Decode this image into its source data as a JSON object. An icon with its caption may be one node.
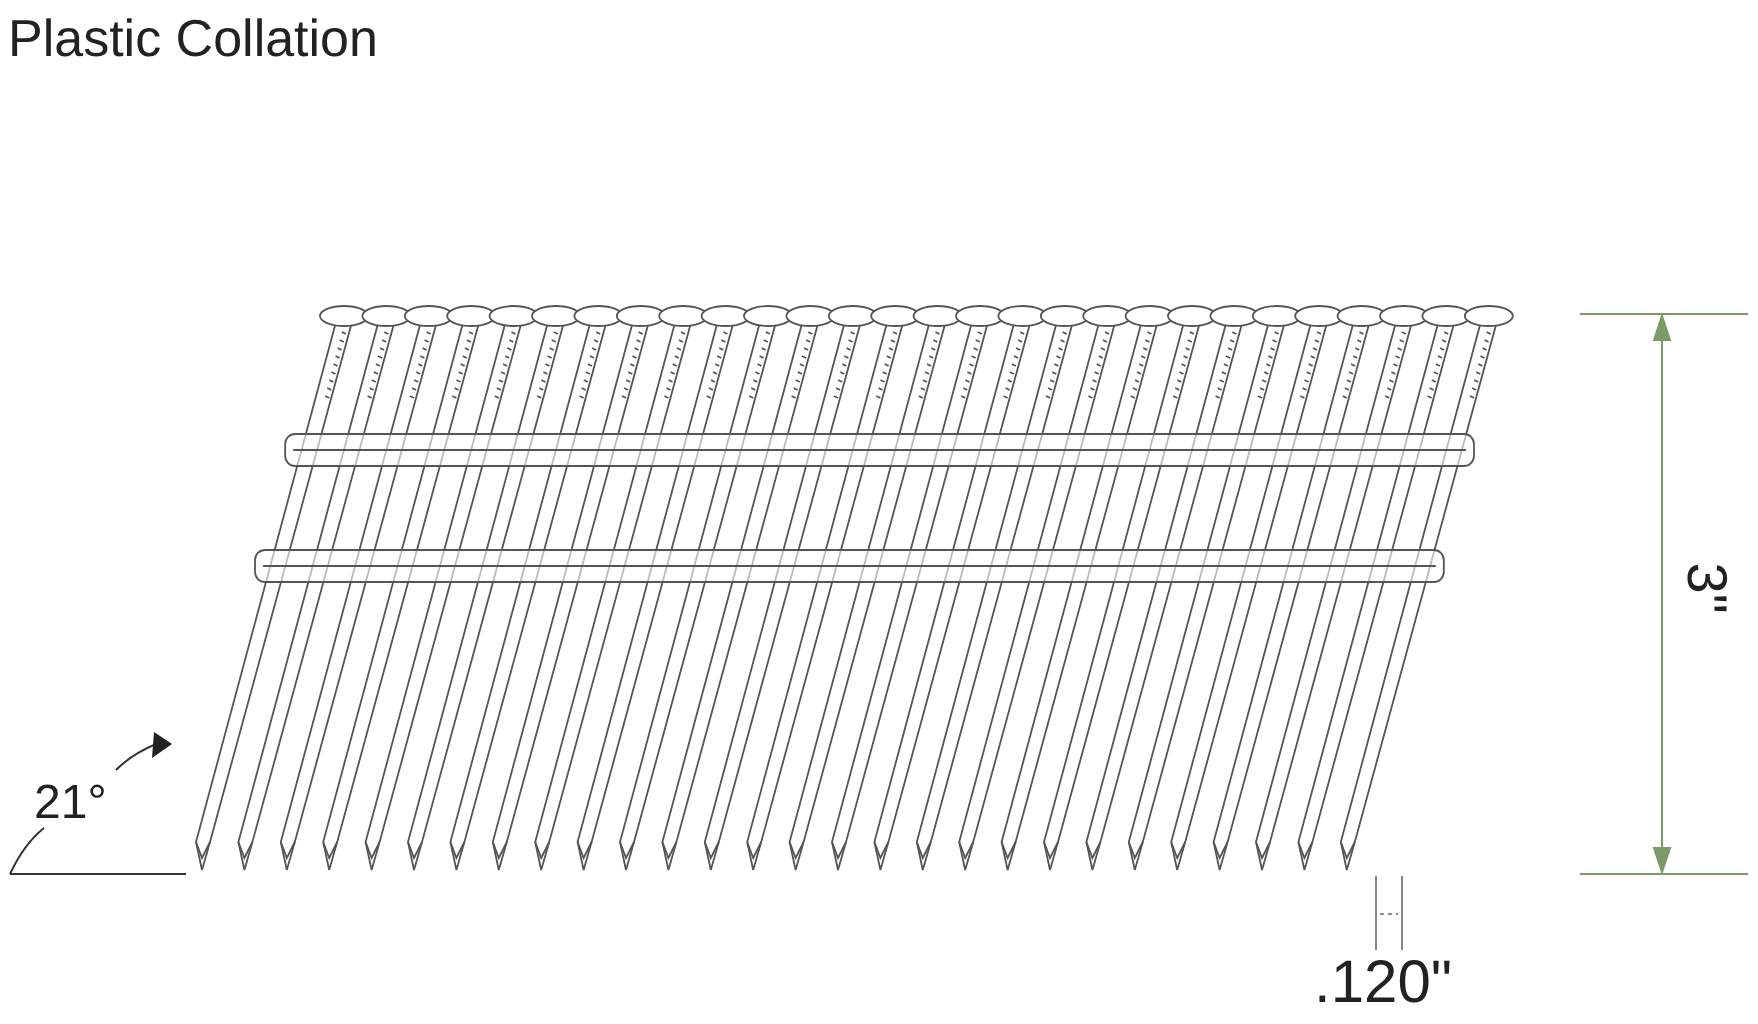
{
  "diagram": {
    "title": "Plastic Collation",
    "labels": [
      "21°",
      "3\"",
      ".120\""
    ]
  }
}
